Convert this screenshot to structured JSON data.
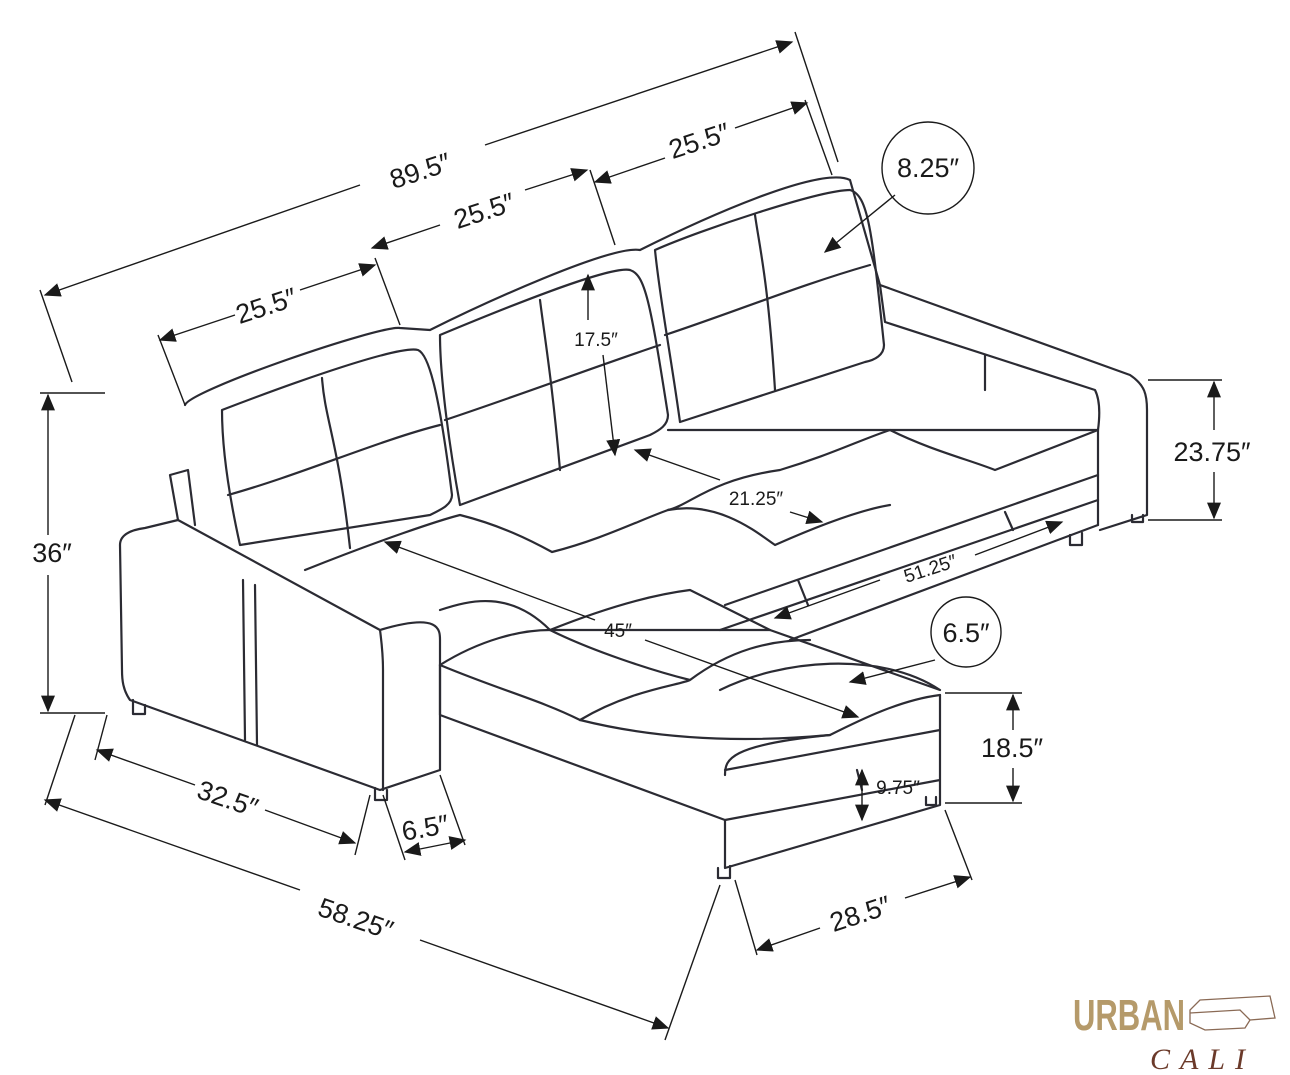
{
  "dimensions": {
    "overall_width": "89.5″",
    "back_cushion_left": "25.5″",
    "back_cushion_middle": "25.5″",
    "back_cushion_right": "25.5″",
    "back_cushion_thickness": "8.25″",
    "back_cushion_height": "17.5″",
    "seat_depth": "21.25″",
    "seat_width": "51.25″",
    "chaise_length": "45″",
    "seat_cushion_thickness": "6.5″",
    "arm_height": "23.75″",
    "overall_height": "36″",
    "seat_height": "18.5″",
    "storage_depth": "9.75″",
    "arm_depth": "32.5″",
    "arm_width": "6.5″",
    "overall_depth": "58.25″",
    "chaise_width": "28.5″"
  },
  "logo": {
    "line1": "URBAN",
    "line2": "CALI"
  },
  "colors": {
    "line": "#2b2b33",
    "logo_gold": "#b59a6a",
    "logo_brown": "#6b3a2a"
  }
}
